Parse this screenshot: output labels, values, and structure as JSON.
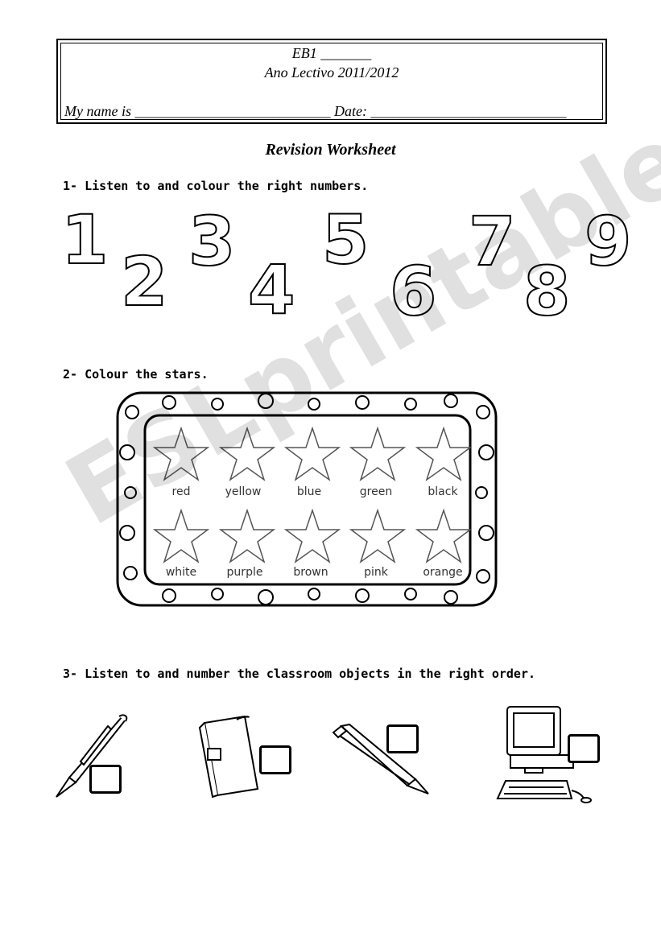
{
  "header": {
    "school": "EB1 _______",
    "year": "Ano Lectivo 2011/2012",
    "name_label": "My name is ___________________________ Date: ___________________________"
  },
  "title": "Revision Worksheet",
  "section1": {
    "instruction": "1- Listen to and colour the right numbers.",
    "numbers": [
      "1",
      "2",
      "3",
      "4",
      "5",
      "6",
      "7",
      "8",
      "9"
    ]
  },
  "section2": {
    "instruction": "2- Colour the stars.",
    "colors": [
      "red",
      "yellow",
      "blue",
      "green",
      "black",
      "white",
      "purple",
      "brown",
      "pink",
      "orange"
    ]
  },
  "section3": {
    "instruction": "3- Listen to and number the classroom objects in the right order.",
    "objects": [
      "pen-icon",
      "book-icon",
      "pencil-icon",
      "computer-icon"
    ]
  },
  "watermark": "ESLprintables.com"
}
